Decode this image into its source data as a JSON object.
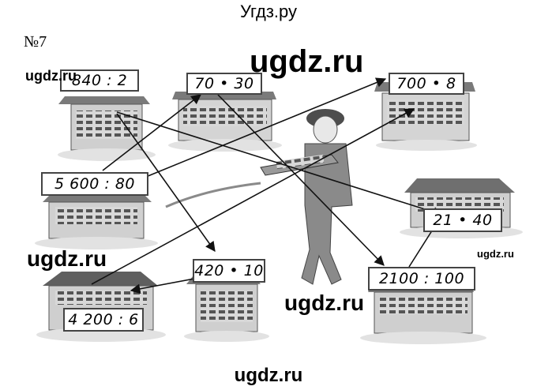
{
  "header": {
    "site_title": "Угдз.ру",
    "task_number": "№7"
  },
  "watermarks": {
    "center": "ugdz.ru",
    "top_left": "ugdz.ru",
    "left": "ugdz.ru",
    "right": "ugdz.ru",
    "bottom_center": "ugdz.ru"
  },
  "footer": {
    "site": "ugdz.ru"
  },
  "kiosks": [
    {
      "id": "k1",
      "expression": "840 : 2"
    },
    {
      "id": "k2",
      "expression": "70 • 30"
    },
    {
      "id": "k3",
      "expression": "700 • 8"
    },
    {
      "id": "k4",
      "expression": "5 600 : 80"
    },
    {
      "id": "k5",
      "expression": "21 • 40"
    },
    {
      "id": "k6",
      "expression": "420 • 10"
    },
    {
      "id": "k7",
      "expression": "4 200 : 6"
    },
    {
      "id": "k8",
      "expression": "2100 : 100"
    }
  ],
  "colors": {
    "line": "#111111",
    "kiosk_gray": "#c9c9c9",
    "kiosk_dark": "#6a6a6a"
  }
}
